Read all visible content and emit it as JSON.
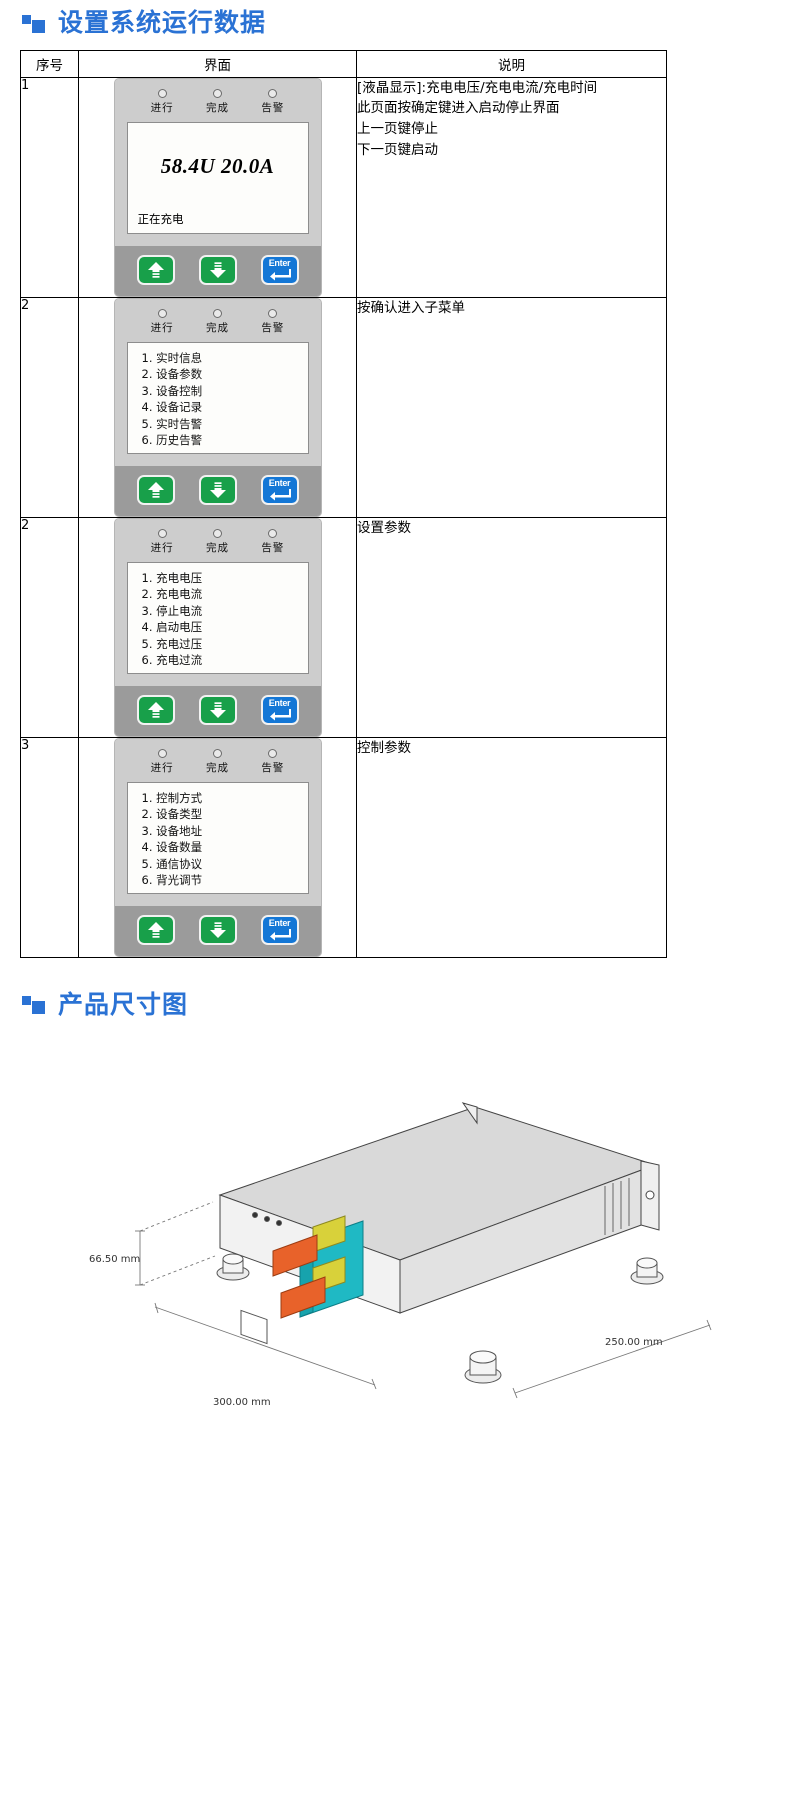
{
  "sections": [
    {
      "id": "run-data",
      "title": "设置系统运行数据"
    },
    {
      "id": "dimensions",
      "title": "产品尺寸图"
    }
  ],
  "table": {
    "headers": {
      "index": "序号",
      "interface": "界面",
      "desc": "说明"
    },
    "rows": [
      {
        "index": "1",
        "panel": {
          "leds": [
            "进行",
            "完成",
            "告警"
          ],
          "screen_type": "value",
          "value": "58.4U 20.0A",
          "status": "正在充电",
          "keys": [
            "up-key",
            "down-key",
            "enter-key"
          ],
          "enter_label": "Enter"
        },
        "desc_lines": [
          "[液晶显示]:充电电压/充电电流/充电时间",
          "此页面按确定键进入启动停止界面",
          "上一页键停止",
          "下一页键启动"
        ]
      },
      {
        "index": "2",
        "panel": {
          "leds": [
            "进行",
            "完成",
            "告警"
          ],
          "screen_type": "menu",
          "menu": [
            "1. 实时信息",
            "2. 设备参数",
            "3. 设备控制",
            "4. 设备记录",
            "5. 实时告警",
            "6. 历史告警"
          ],
          "keys": [
            "up-key",
            "down-key",
            "enter-key"
          ],
          "enter_label": "Enter"
        },
        "desc_lines": [
          "按确认进入子菜单"
        ]
      },
      {
        "index": "2",
        "panel": {
          "leds": [
            "进行",
            "完成",
            "告警"
          ],
          "screen_type": "menu",
          "menu": [
            "1. 充电电压",
            "2. 充电电流",
            "3. 停止电流",
            "4. 启动电压",
            "5. 充电过压",
            "6. 充电过流"
          ],
          "keys": [
            "up-key",
            "down-key",
            "enter-key"
          ],
          "enter_label": "Enter"
        },
        "desc_lines": [
          "设置参数"
        ]
      },
      {
        "index": "3",
        "panel": {
          "leds": [
            "进行",
            "完成",
            "告警"
          ],
          "screen_type": "menu",
          "menu": [
            "1. 控制方式",
            "2. 设备类型",
            "3. 设备地址",
            "4. 设备数量",
            "5. 通信协议",
            "6. 背光调节"
          ],
          "keys": [
            "up-key",
            "down-key",
            "enter-key"
          ],
          "enter_label": "Enter"
        },
        "desc_lines": [
          "控制参数"
        ]
      }
    ]
  },
  "dimensions": {
    "height": "66.50 mm",
    "width": "300.00 mm",
    "depth": "250.00 mm"
  },
  "colors": {
    "accent": "#2a72d4",
    "key_green": "#18a04a",
    "key_blue": "#1477d6",
    "panel_gray": "#cdcdcd",
    "key_row_gray": "#9b9b9b"
  }
}
